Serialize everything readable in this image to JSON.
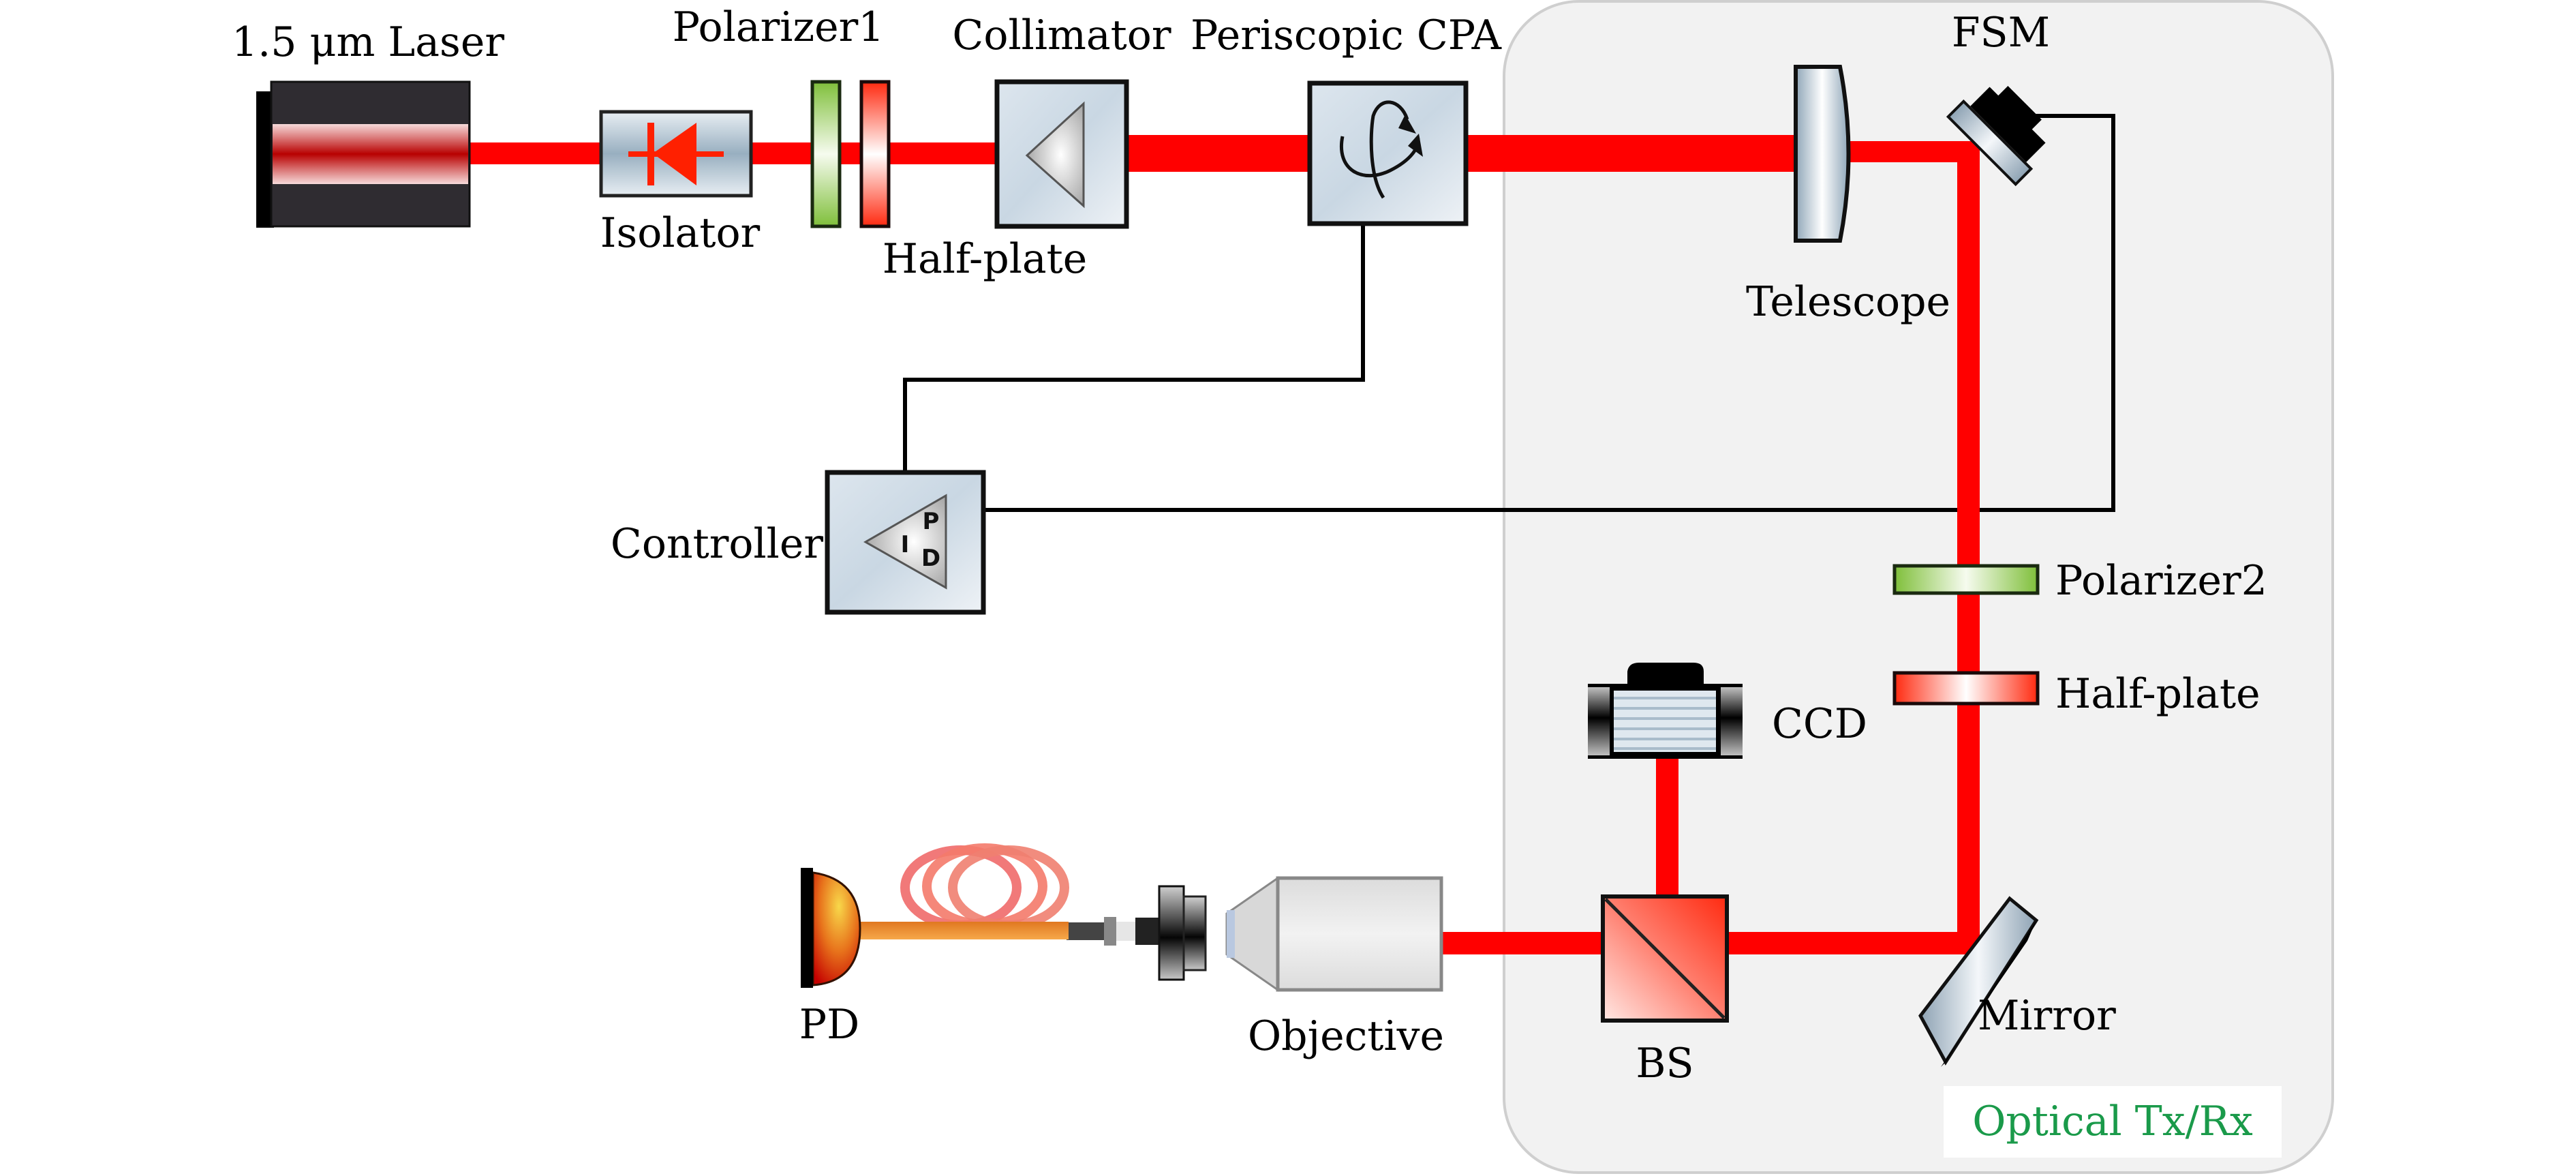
{
  "diagram": {
    "title": "Optical terminal setup",
    "colors": {
      "beam": "#ff0000",
      "wire": "#000000",
      "enclosure_fill": "#f2f2f2",
      "enclosure_stroke": "#c8c8c8",
      "enclosure_label": "#1a9a4a"
    },
    "enclosure": {
      "label": "Optical Tx/Rx"
    },
    "components": {
      "laser": {
        "label": "1.5 μm Laser",
        "icon": "laser-source-icon"
      },
      "isolator": {
        "label": "Isolator",
        "icon": "optical-isolator-icon"
      },
      "polarizer1": {
        "label": "Polarizer1",
        "icon": "polarizer-plate-icon"
      },
      "halfplate1": {
        "label": "Half-plate",
        "icon": "half-wave-plate-icon"
      },
      "collimator": {
        "label": "Collimator",
        "icon": "collimator-icon"
      },
      "cpa": {
        "label": "Periscopic CPA",
        "icon": "polarization-controller-icon"
      },
      "controller": {
        "label": "Controller",
        "icon": "pid-controller-icon",
        "glyphs": [
          "P",
          "I",
          "D"
        ]
      },
      "telescope": {
        "label": "Telescope",
        "icon": "telescope-lens-icon"
      },
      "fsm": {
        "label": "FSM",
        "icon": "fast-steering-mirror-icon"
      },
      "polarizer2": {
        "label": "Polarizer2",
        "icon": "polarizer-plate-icon"
      },
      "halfplate2": {
        "label": "Half-plate",
        "icon": "half-wave-plate-icon"
      },
      "ccd": {
        "label": "CCD",
        "icon": "ccd-camera-icon"
      },
      "bs": {
        "label": "BS",
        "icon": "beam-splitter-icon"
      },
      "mirror": {
        "label": "Mirror",
        "icon": "mirror-icon"
      },
      "objective": {
        "label": "Objective",
        "icon": "objective-lens-icon"
      },
      "pd": {
        "label": "PD",
        "icon": "photodetector-icon"
      }
    }
  }
}
